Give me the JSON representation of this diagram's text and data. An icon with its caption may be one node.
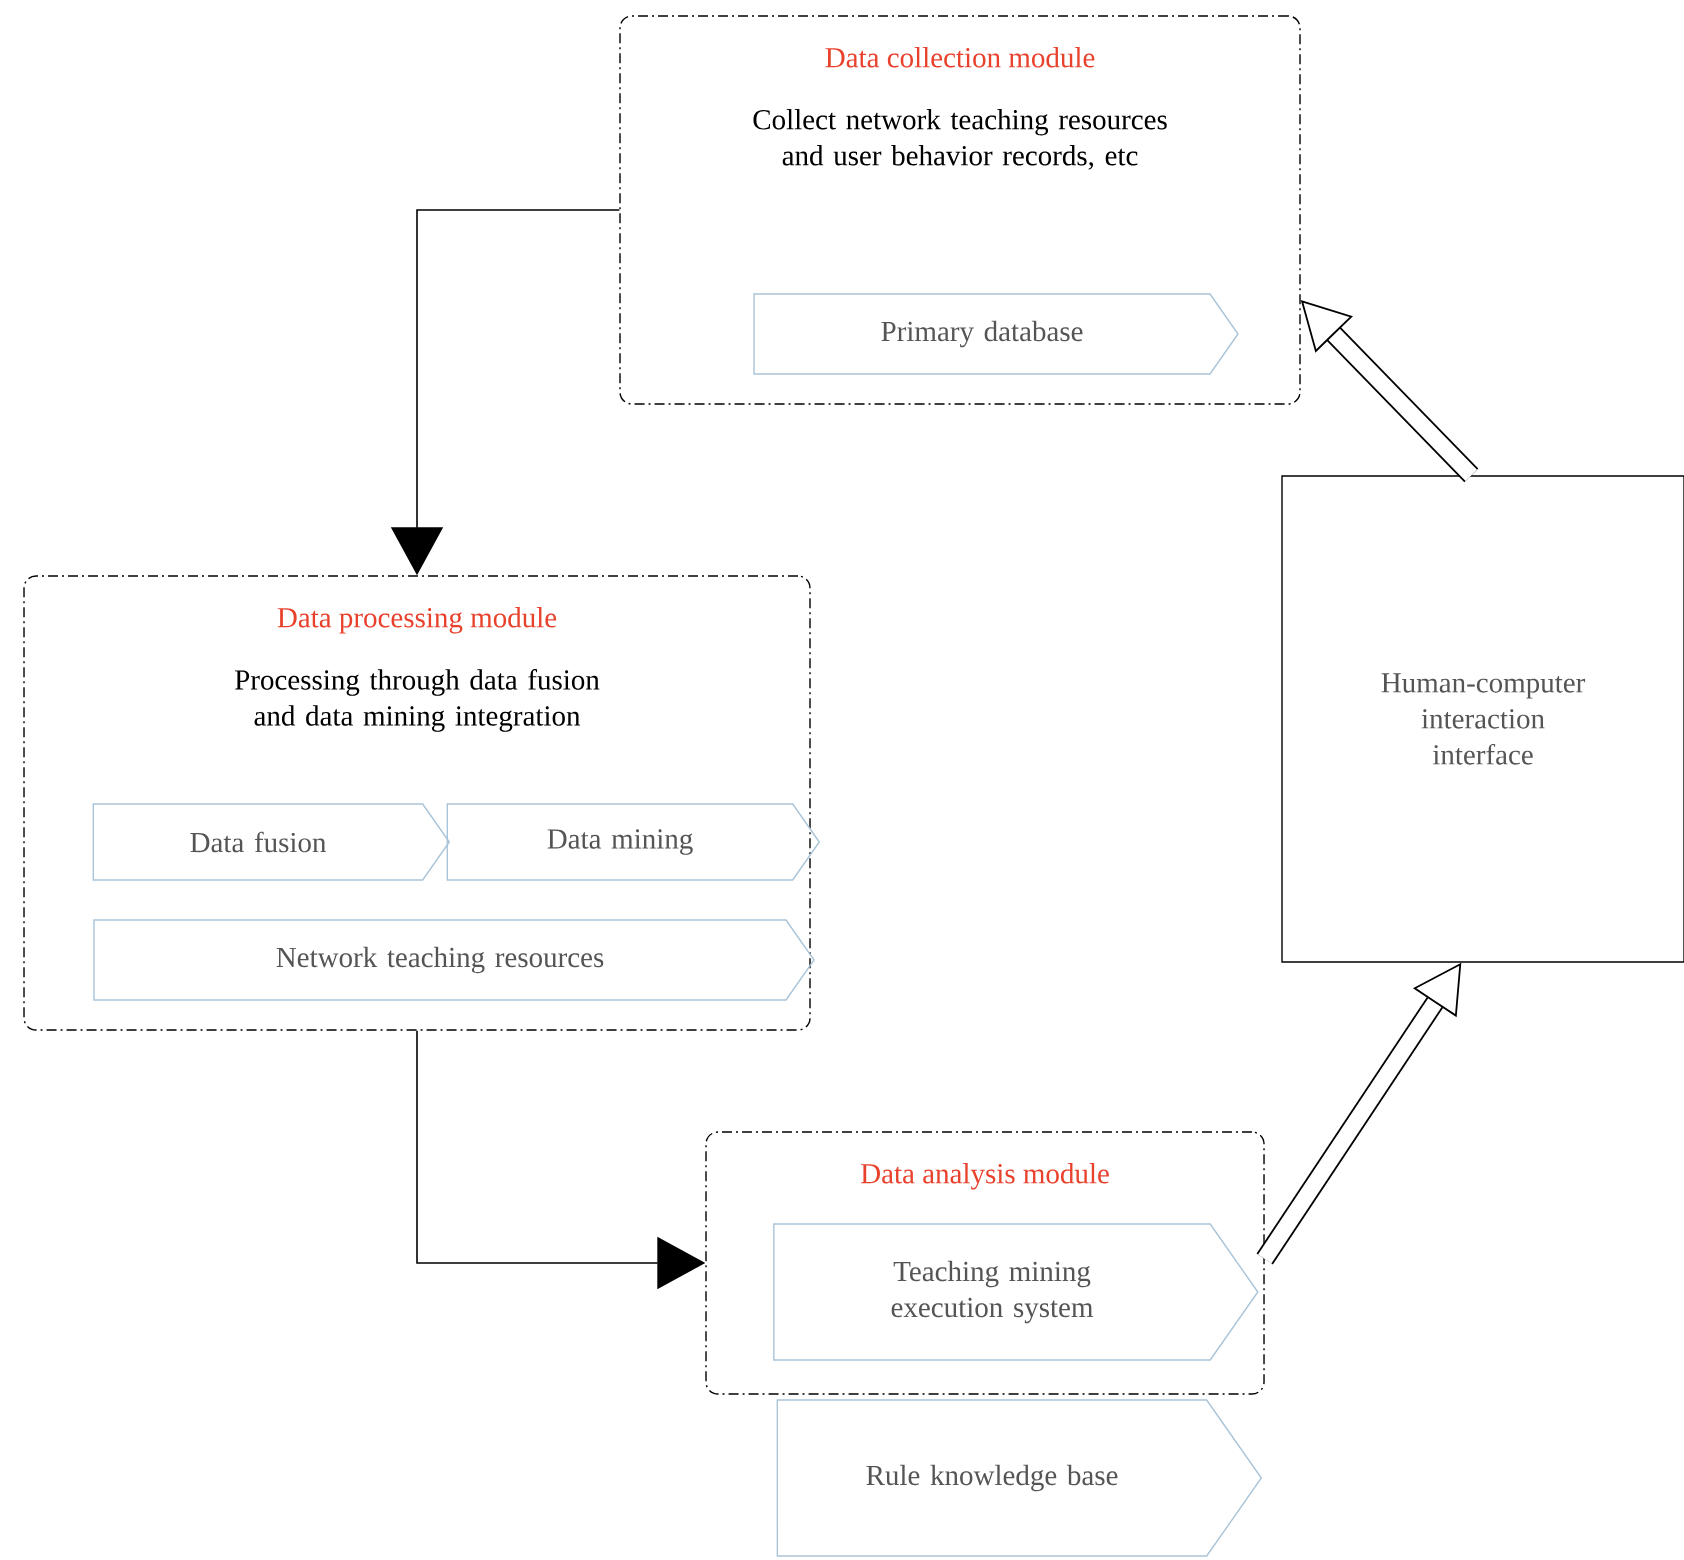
{
  "diagram": {
    "nodes": [
      {
        "text": [
          "Data collection module",
          "Collect network teaching resources and user behavior records, etc"
        ]
      },
      {
        "text": [
          "Primary database"
        ],
        "in": 0
      },
      {
        "text": [
          "Data processing module",
          "Processing through data fusion and data mining integration"
        ]
      },
      {
        "text": [
          "Data fusion"
        ],
        "in": 2
      },
      {
        "text": [
          "Data mining"
        ],
        "in": 2
      },
      {
        "text": [
          "Network teaching resources"
        ],
        "in": 2
      },
      {
        "text": [
          "Data analysis module"
        ]
      },
      {
        "text": [
          "Teaching mining execution system"
        ],
        "in": 6
      },
      {
        "text": [
          "Rule knowledge base"
        ]
      },
      {
        "text": [
          "Human-computer interaction interface"
        ]
      }
    ],
    "edges": [
      {
        "from": 0,
        "to": 2,
        "arrow": "to"
      },
      {
        "from": 2,
        "to": 6,
        "arrow": "to"
      },
      {
        "from": 6,
        "to": 9,
        "arrow": "to",
        "style": "thick"
      },
      {
        "from": 9,
        "to": 0,
        "arrow": "to",
        "style": "thick"
      }
    ]
  }
}
